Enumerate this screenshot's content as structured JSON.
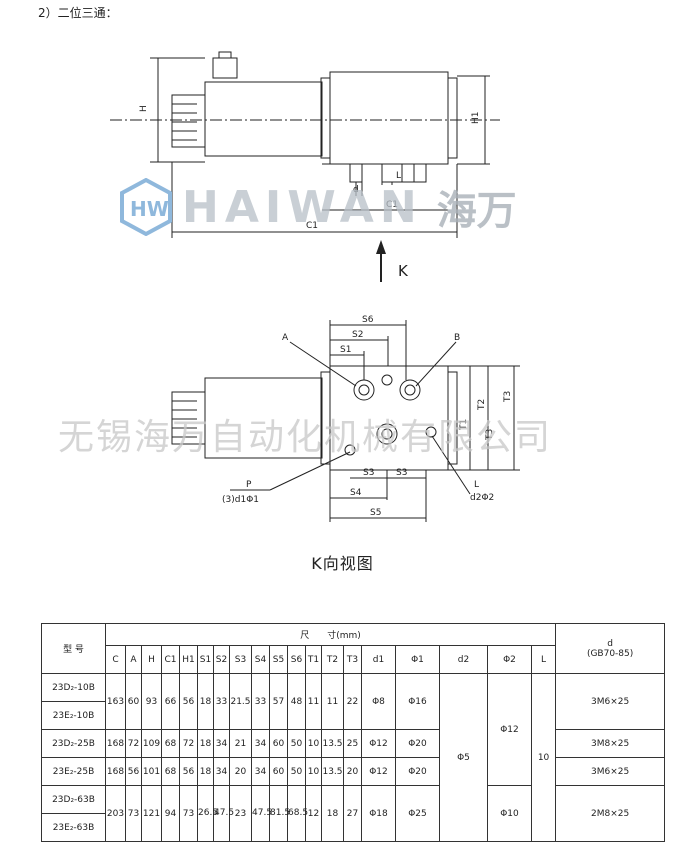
{
  "heading": "2）二位三通：",
  "labels": {
    "H": "H",
    "H1": "H1",
    "d": "d",
    "L": "L",
    "C1a": "C1",
    "C1b": "C1",
    "K": "K",
    "S6": "S6",
    "S2": "S2",
    "S1": "S1",
    "A": "A",
    "B": "B",
    "T3": "T3",
    "T2": "T2",
    "T1": "T1",
    "T3b": "T3",
    "S3a": "S3",
    "S3b": "S3",
    "S4": "S4",
    "S5": "S5",
    "P": "P",
    "Pd": "(3)d1Φ1",
    "Lb": "L",
    "Ld": "d2Φ2"
  },
  "view_title": "K向视图",
  "watermark": {
    "brand": "HAIWAN",
    "brand_cn": "海万",
    "company": "无锡海万自动化机械有限公司",
    "logo_icon": "hw-logo-icon"
  },
  "table": {
    "model_header": "型 号",
    "dim_header": "尺　　寸(mm)",
    "cols": [
      "C",
      "A",
      "H",
      "C1",
      "H1",
      "S1",
      "S2",
      "S3",
      "S4",
      "S5",
      "S6",
      "T1",
      "T2",
      "T3",
      "d1",
      "Φ1",
      "d2",
      "Φ2",
      "L"
    ],
    "d_header": "d",
    "d_sub": "(GB70-85)",
    "rows": [
      {
        "model": "23D₂-10B",
        "C": "163",
        "A": "60",
        "H": "93",
        "C1": "66",
        "H1": "56",
        "S1": "18",
        "S2": "33",
        "S3": "21.5",
        "S4": "33",
        "S5": "57",
        "S6": "48",
        "T1": "11",
        "T2": "11",
        "T3": "22",
        "d1": "Φ8",
        "Φ1": "Φ16",
        "d": "3M6×25"
      },
      {
        "model": "23E₂-10B"
      },
      {
        "model": "23D₂-25B",
        "C": "168",
        "A": "72",
        "H": "109",
        "C1": "68",
        "H1": "72",
        "S1": "18",
        "S2": "34",
        "S3": "21",
        "S4": "34",
        "S5": "60",
        "S6": "50",
        "T1": "10",
        "T2": "13.5",
        "T3": "25",
        "d1": "Φ12",
        "Φ1": "Φ20",
        "d": "3M8×25"
      },
      {
        "model": "23E₂-25B",
        "C": "168",
        "A": "56",
        "H": "101",
        "C1": "68",
        "H1": "56",
        "S1": "18",
        "S2": "34",
        "S3": "20",
        "S4": "34",
        "S5": "60",
        "S6": "50",
        "T1": "10",
        "T2": "13.5",
        "T3": "20",
        "d1": "Φ12",
        "Φ1": "Φ20",
        "d": "3M6×25"
      },
      {
        "model": "23D₂-63B",
        "C": "203",
        "A": "73",
        "H": "121",
        "C1": "94",
        "H1": "73",
        "S1": "26.5",
        "S2": "47.5",
        "S3": "23",
        "S4": "47.5",
        "S5": "81.5",
        "S6": "68.5",
        "T1": "12",
        "T2": "18",
        "T3": "27",
        "d1": "Φ18",
        "Φ1": "Φ25",
        "d": "2M8×25"
      },
      {
        "model": "23E₂-63B"
      }
    ],
    "shared": {
      "d2": "Φ5",
      "Φ2_a": "Φ12",
      "Φ2_b": "Φ10",
      "L": "10"
    }
  }
}
